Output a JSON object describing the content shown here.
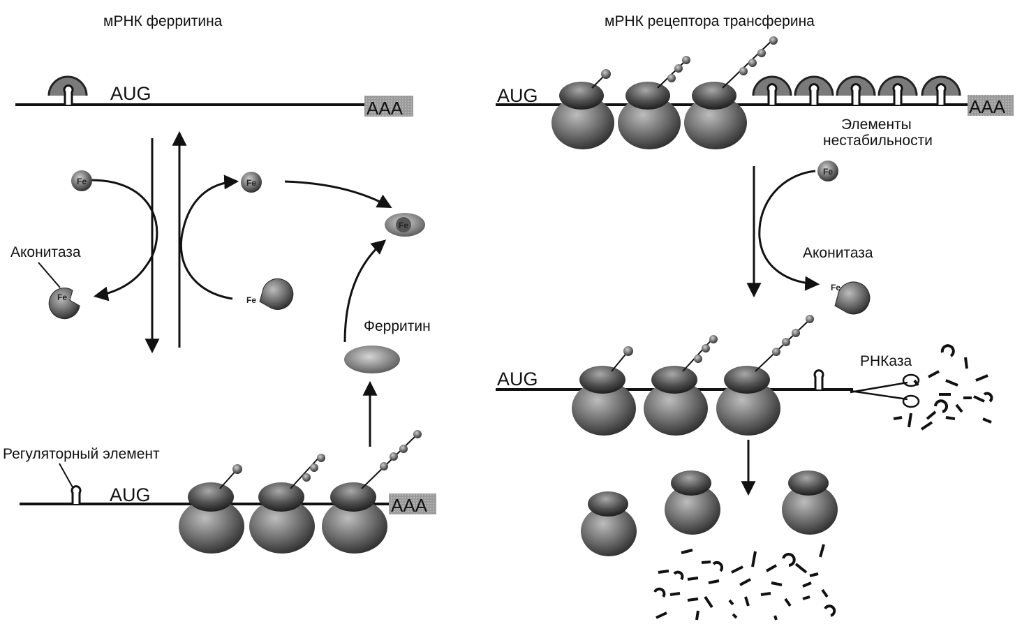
{
  "left_panel": {
    "title": "мРНК ферритина",
    "codon_top": "AUG",
    "polya_top": "AAA",
    "aconitase_label": "Аконитаза",
    "ferritin_label": "Ферритин",
    "regulatory_element_label": "Регуляторный элемент",
    "codon_bottom": "AUG",
    "polya_bottom": "AAA",
    "iron_symbol": "Fe"
  },
  "right_panel": {
    "title": "мРНК рецептора трансферина",
    "codon_top": "AUG",
    "polya_top": "AAA",
    "instability_label_1": "Элементы",
    "instability_label_2": "нестабильности",
    "aconitase_label": "Аконитаза",
    "iron_symbol": "Fe",
    "codon_bottom": "AUG",
    "rnase_label": "РНКаза"
  }
}
